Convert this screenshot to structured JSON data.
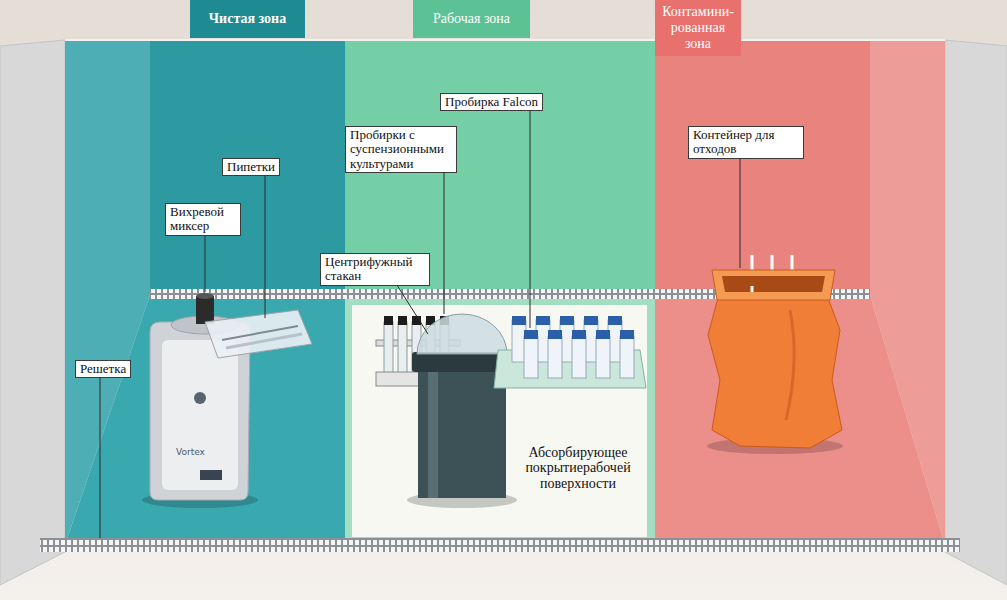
{
  "diagram": {
    "nodes": [
      {
        "text": [
          "Чистая зона"
        ]
      },
      {
        "text": [
          "Рабочая зона"
        ]
      },
      {
        "text": [
          "Контамини- рованная зона"
        ]
      }
    ],
    "labels": [
      "Пипетки",
      "Вихревой миксер",
      "Пробирки с суспензионными культурами",
      "Пробирка Falcon",
      "Центрифужный стакан",
      "Контейнер для отходов",
      "Решетка",
      "Vortex",
      "Абсорбирующее покрытиерабочей поверхности"
    ]
  }
}
